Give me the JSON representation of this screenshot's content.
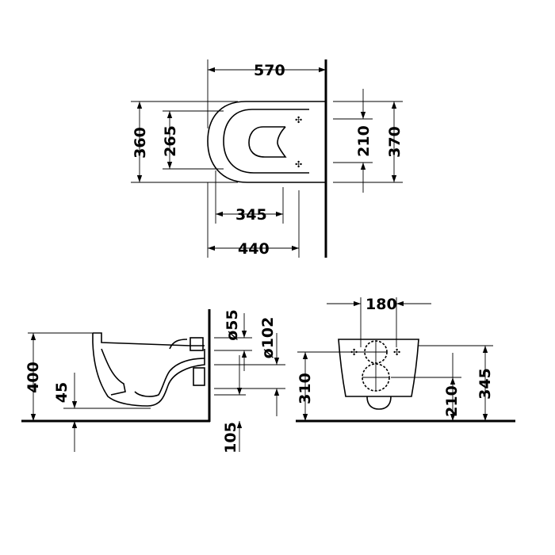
{
  "top_view": {
    "width_570": "570",
    "depth_360": "360",
    "depth_265": "265",
    "fix_210": "210",
    "fix_370": "370",
    "rim_345": "345",
    "rim_440": "440"
  },
  "side_view": {
    "height_400": "400",
    "offset_45": "45",
    "dia_55": "ø55",
    "dia_102": "ø102",
    "floor_105": "105"
  },
  "rear_view": {
    "bolts_180": "180",
    "height_310": "310",
    "height_210": "210",
    "height_345": "345"
  }
}
